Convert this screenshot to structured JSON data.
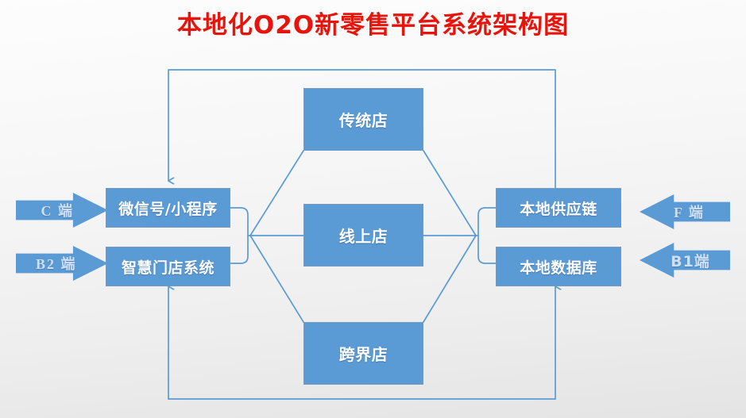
{
  "page": {
    "title": "本地化O2O新零售平台系统架构图",
    "title_color": "#e8140c",
    "background": "#f2f2f2"
  },
  "palette": {
    "box_fill": "#5b9bd5",
    "box_border": "#7899bb",
    "box_text": "#ffffff",
    "arrow_fill": "#5b9bd5",
    "arrow_text": "#cfe0f5",
    "connector": "#5b9bd5"
  },
  "diagram": {
    "type": "architecture-flow",
    "entry_arrows": [
      {
        "id": "c-duan",
        "label": "C 端",
        "direction": "right",
        "target": "wechat-miniprogram"
      },
      {
        "id": "b2-duan",
        "label": "B2 端",
        "direction": "right",
        "target": "smart-store-system"
      }
    ],
    "exit_arrows": [
      {
        "id": "f-duan",
        "label": "F 端",
        "direction": "left",
        "target": "local-supply-chain"
      },
      {
        "id": "b1-duan",
        "label": "B1端",
        "direction": "left",
        "target": "local-database"
      }
    ],
    "left_nodes": [
      {
        "id": "wechat-miniprogram",
        "label": "微信号/小程序"
      },
      {
        "id": "smart-store-system",
        "label": "智慧门店系统"
      }
    ],
    "center_nodes": [
      {
        "id": "traditional-store",
        "label": "传统店"
      },
      {
        "id": "online-store",
        "label": "线上店"
      },
      {
        "id": "crossover-store",
        "label": "跨界店"
      }
    ],
    "right_nodes": [
      {
        "id": "local-supply-chain",
        "label": "本地供应链"
      },
      {
        "id": "local-database",
        "label": "本地数据库"
      }
    ]
  }
}
